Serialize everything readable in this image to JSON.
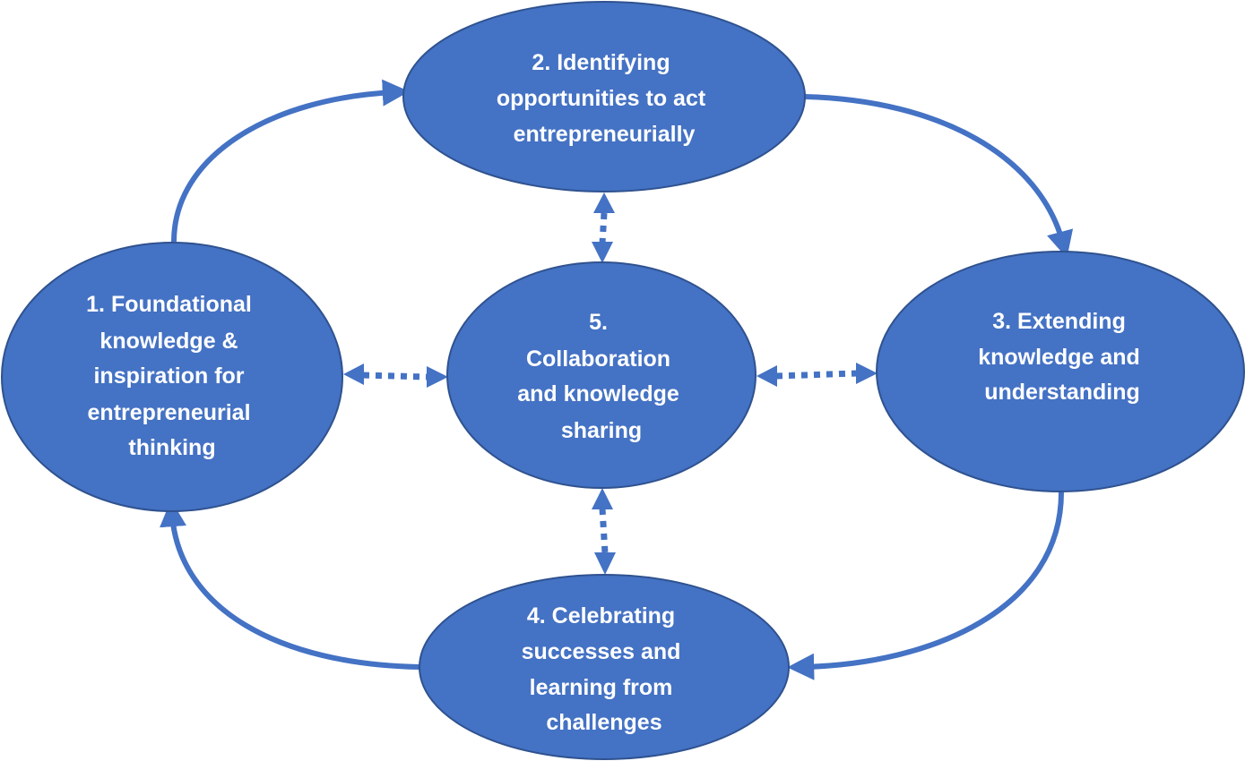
{
  "colors": {
    "fill": "#4472C4",
    "stroke": "#2F528F",
    "arrow": "#4472C4",
    "text": "#FFFFFF",
    "background": "#FFFFFF"
  },
  "nodes": [
    {
      "id": "n1",
      "lines": [
        "1. Foundational",
        "knowledge &",
        "inspiration for",
        "entrepreneurial",
        "thinking"
      ]
    },
    {
      "id": "n2",
      "lines": [
        "2. Identifying",
        "opportunities to act",
        "entrepreneurially"
      ]
    },
    {
      "id": "n3",
      "lines": [
        "3. Extending",
        "knowledge and",
        "understanding"
      ]
    },
    {
      "id": "n4",
      "lines": [
        "4. Celebrating",
        "successes and",
        "learning from",
        "challenges"
      ]
    },
    {
      "id": "n5",
      "lines": [
        "5.",
        "Collaboration",
        "and knowledge",
        "sharing"
      ]
    }
  ],
  "cycle_arrows": [
    {
      "from": "n1",
      "to": "n2"
    },
    {
      "from": "n2",
      "to": "n3"
    },
    {
      "from": "n3",
      "to": "n4"
    },
    {
      "from": "n4",
      "to": "n1"
    }
  ],
  "bidirectional_links": [
    {
      "between": [
        "n5",
        "n1"
      ]
    },
    {
      "between": [
        "n5",
        "n2"
      ]
    },
    {
      "between": [
        "n5",
        "n3"
      ]
    },
    {
      "between": [
        "n5",
        "n4"
      ]
    }
  ]
}
